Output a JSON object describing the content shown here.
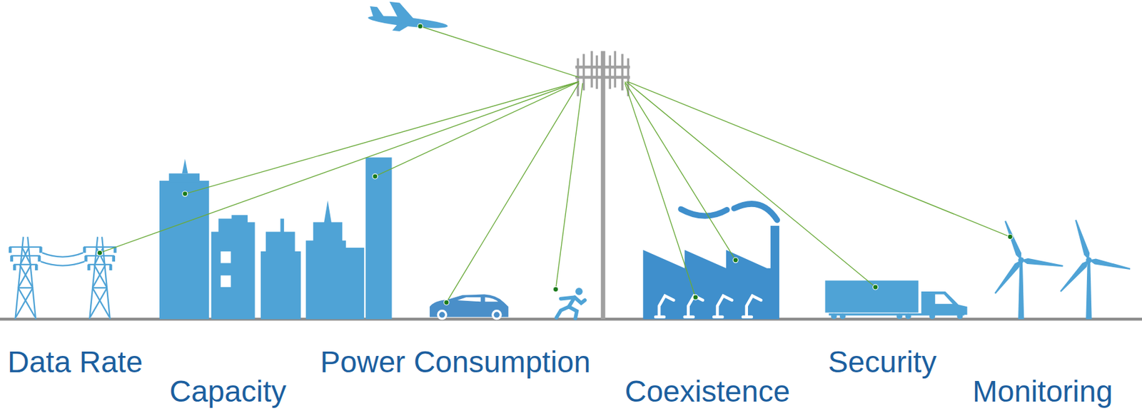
{
  "diagram": {
    "labels": [
      "Data Rate",
      "Capacity",
      "Power Consumption",
      "Coexistence",
      "Security",
      "Monitoring"
    ]
  }
}
